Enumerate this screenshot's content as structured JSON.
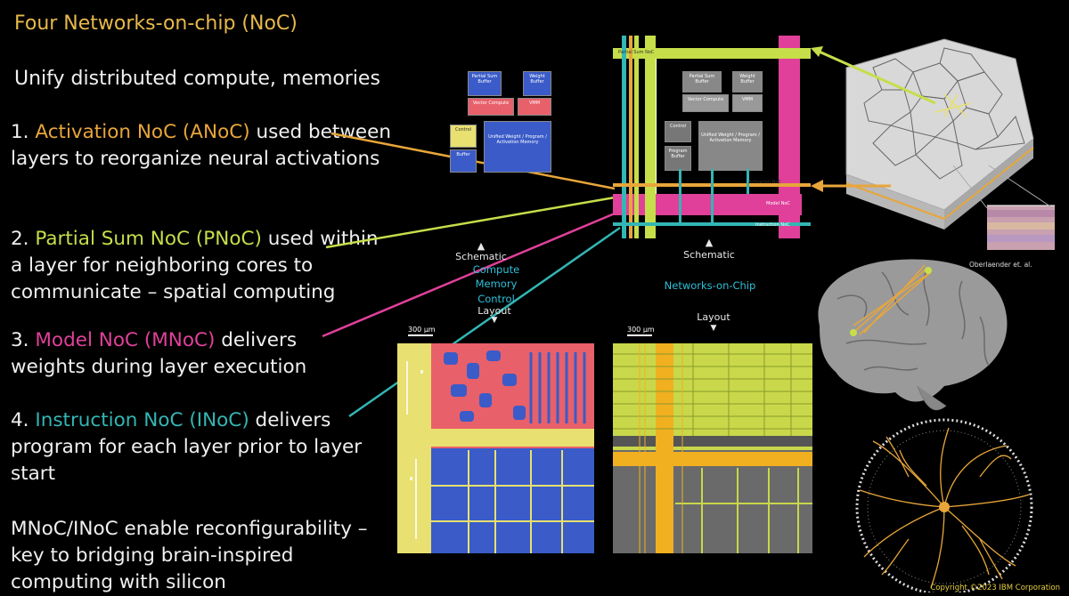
{
  "slide": {
    "title": "Four Networks-on-chip (NoC)",
    "subtitle": "Unify distributed compute, memories",
    "items": [
      {
        "num": "1. ",
        "name": "Activation NoC (ANoC)",
        "rest": " used between layers to reorganize neural activations"
      },
      {
        "num": "2. ",
        "name": "Partial Sum NoC (PNoC)",
        "rest": " used within a layer for neighboring cores to communicate – spatial computing"
      },
      {
        "num": "3. ",
        "name": "Model NoC (MNoC)",
        "rest": " delivers weights during layer execution"
      },
      {
        "num": "4. ",
        "name": "Instruction NoC (INoC)",
        "rest": " delivers program for each layer prior to layer start"
      }
    ],
    "conclusion": "MNoC/INoC enable reconfigurability – key to bridging brain-inspired computing with silicon",
    "copyright": "Copyright ©2023 IBM Corporation"
  },
  "diagram": {
    "small_core": {
      "partial_sum_buffer": "Partial Sum Buffer",
      "weight_buffer": "Weight Buffer",
      "vector_compute": "Vector Compute",
      "vmm": "VMM",
      "control": "Control",
      "buffer": "Buffer",
      "unified_memory": "Unified Weight / Program / Activation Memory"
    },
    "big_core": {
      "partial_sum_noc": "Partial Sum NoC",
      "activation_noc": "Activation NoC",
      "model_noc": "Model NoC",
      "instruction_noc": "Instruction NoC",
      "partial_sum_buffer": "Partial Sum Buffer",
      "weight_buffer": "Weight Buffer",
      "vector_compute": "Vector Compute",
      "vmm": "VMM",
      "control": "Control",
      "program_buffer": "Program Buffer",
      "unified_memory": "Unified Weight / Program / Activation Memory"
    },
    "schematic_left": "Schematic",
    "compute": "Compute",
    "memory": "Memory",
    "control": "Control",
    "layout_left": "Layout",
    "schematic_right": "Schematic",
    "networks_on_chip": "Networks-on-Chip",
    "layout_right": "Layout",
    "scale_left": "300 µm",
    "scale_right": "300 µm",
    "credit": "Oberlaender et. al."
  },
  "colors": {
    "title": "#e8b94a",
    "activation": "#e8a63a",
    "partial_sum": "#c6de4a",
    "model": "#e0409a",
    "instruction": "#33b6b4",
    "memory_blue": "#3a5bc8",
    "compute_red": "#e8606a",
    "layout_yellow": "#e8e070"
  }
}
